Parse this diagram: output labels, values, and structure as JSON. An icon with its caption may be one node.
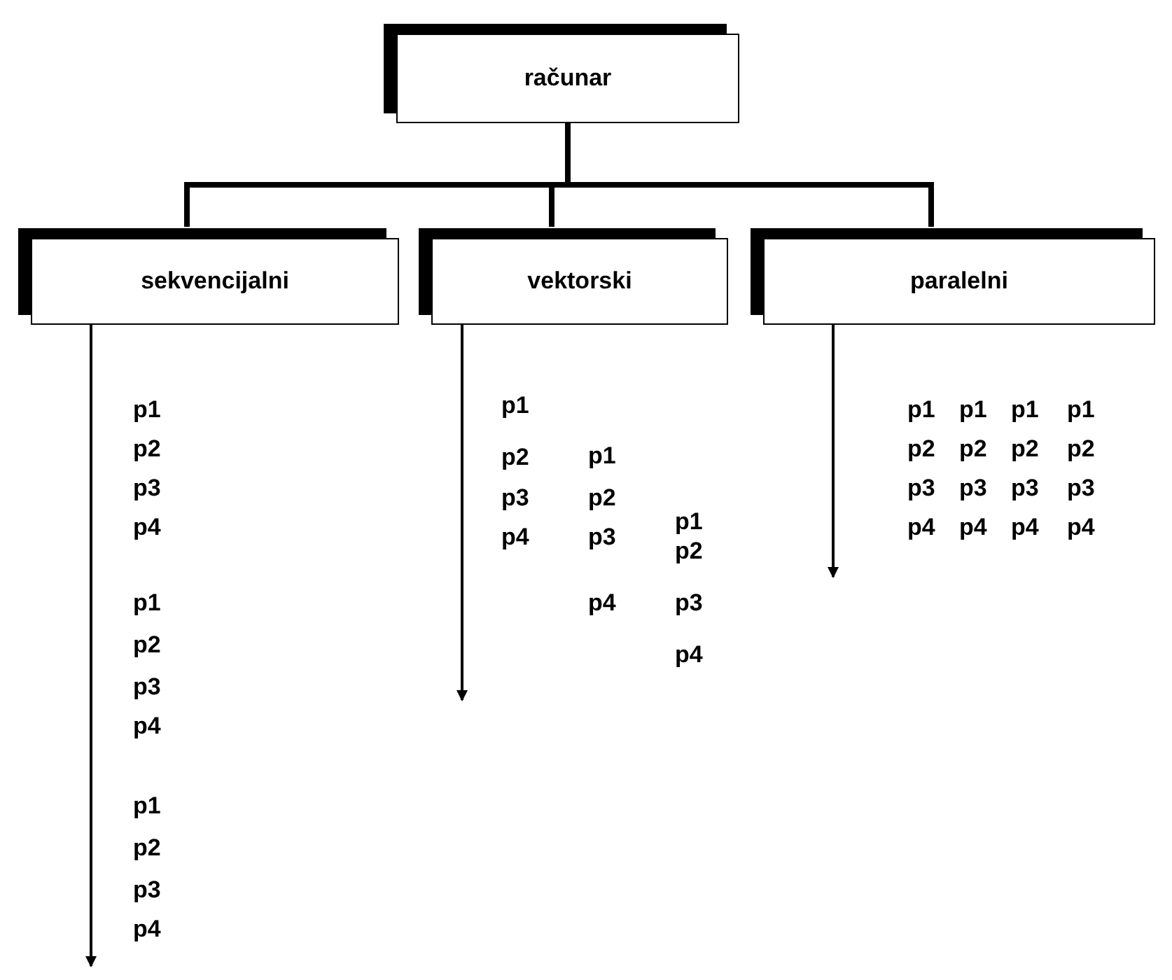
{
  "diagram": {
    "nodes": [
      {
        "text": [
          "računar"
        ]
      },
      {
        "text": [
          "sekvencijalni"
        ]
      },
      {
        "text": [
          "vektorski"
        ]
      },
      {
        "text": [
          "paralelni"
        ]
      }
    ],
    "edges": [
      {
        "from": 0,
        "to": 1,
        "arrow": "none",
        "style": "thick"
      },
      {
        "from": 0,
        "to": 2,
        "arrow": "none",
        "style": "thick"
      },
      {
        "from": 0,
        "to": 3,
        "arrow": "none",
        "style": "thick"
      },
      {
        "from": 1,
        "to": null,
        "arrow": "to"
      },
      {
        "from": 2,
        "to": null,
        "arrow": "to"
      },
      {
        "from": 3,
        "to": null,
        "arrow": "to"
      }
    ],
    "labels": [
      "p1",
      "p2",
      "p3",
      "p4",
      "p1",
      "p2",
      "p3",
      "p4",
      "p1",
      "p2",
      "p3",
      "p4",
      "p1",
      "p2",
      "p3",
      "p4",
      "p1",
      "p2",
      "p3",
      "p4",
      "p1",
      "p2",
      "p3",
      "p4",
      "p1",
      "p2",
      "p3",
      "p4",
      "p1",
      "p2",
      "p3",
      "p4",
      "p1",
      "p2",
      "p3",
      "p4",
      "p1",
      "p2",
      "p3",
      "p4"
    ]
  }
}
